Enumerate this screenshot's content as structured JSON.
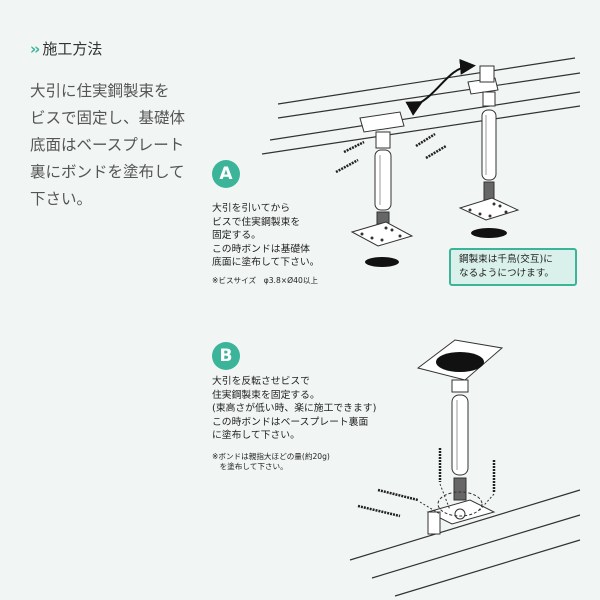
{
  "header": {
    "chevron": "››",
    "title": "施工方法"
  },
  "intro": {
    "lines": [
      "大引に住実鋼製束を",
      "ビスで固定し、基礎体",
      "底面はベースプレート",
      "裏にボンドを塗布して",
      "下さい。"
    ]
  },
  "sectionA": {
    "badge": "A",
    "lines": [
      "大引を引いてから",
      "ビスで住実鋼製束を",
      "固定する。",
      "この時ボンドは基礎体",
      "底面に塗布して下さい。"
    ],
    "note": "※ビスサイズ　φ3.8×Ø40以上"
  },
  "callout": {
    "lines": [
      "鋼製束は千鳥(交互)に",
      "なるようにつけます。"
    ]
  },
  "sectionB": {
    "badge": "B",
    "lines": [
      "大引を反転させビスで",
      "住実鋼製束を固定する。",
      "(束高さが低い時、楽に施工できます)",
      "この時ボンドはベースプレート裏面",
      "に塗布して下さい。"
    ],
    "note_lines": [
      "※ボンドは親指大ほどの量(約20g)",
      "　を塗布して下さい。"
    ]
  },
  "colors": {
    "accent": "#3cb49a",
    "callout_bg": "#d9f1ea",
    "background": "#f1f6f4"
  }
}
